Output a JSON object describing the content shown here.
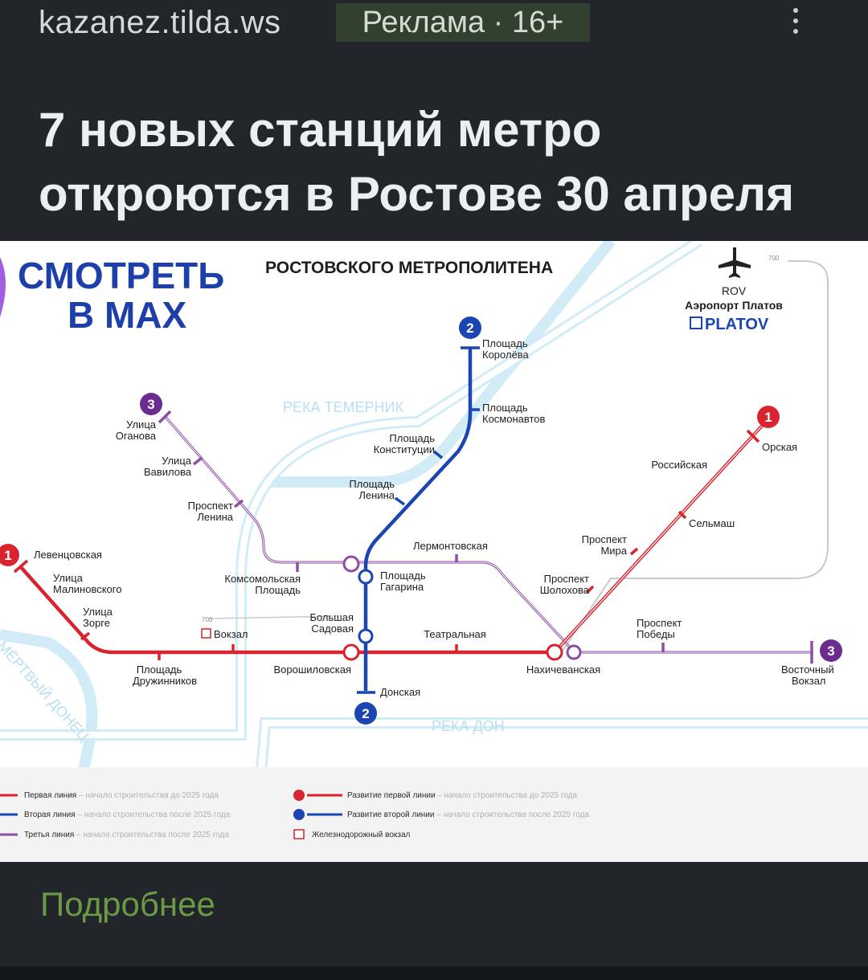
{
  "top": {
    "domain": "kazanez.tilda.ws",
    "ad_badge": "Реклама · 16+"
  },
  "headline": {
    "line1": "7 новых станций метро",
    "line2": "откроются в Ростове 30 апреля"
  },
  "map": {
    "promo_line1": "СМОТРЕТЬ",
    "promo_line2": "В MAX",
    "header": "РОСТОВСКОГО МЕТРОПОЛИТЕНА",
    "airport": {
      "code": "ROV",
      "name": "Аэропорт Платов",
      "brand": "PLATOV",
      "train_note": "700"
    },
    "rivers": {
      "temernik": "РЕКА ТЕМЕРНИК",
      "don": "РЕКА ДОН",
      "mertvy": "МЁРТВЫЙ ДОНЕЦ"
    },
    "line_numbers": {
      "l1": "1",
      "l2": "2",
      "l3": "3"
    },
    "colors": {
      "line1": "#d9232e",
      "line2": "#1b45b3",
      "line3": "#8e4ea3",
      "river": "#c9e8f6",
      "promo": "#1d3faa"
    },
    "stations": {
      "koroleva": [
        "Площадь",
        "Королёва"
      ],
      "kosmonavtov": [
        "Площадь",
        "Космонавтов"
      ],
      "konstitutsii": [
        "Площадь",
        "Конституции"
      ],
      "lenina_sq": [
        "Площадь",
        "Ленина"
      ],
      "gagarina": [
        "Площадь",
        "Гагарина"
      ],
      "donskaya": "Донская",
      "oganova": [
        "Улица",
        "Оганова"
      ],
      "vavilova": [
        "Улица",
        "Вавилова"
      ],
      "pr_lenina": [
        "Проспект",
        "Ленина"
      ],
      "komsomolskaya": [
        "Комсомольская",
        "Площадь"
      ],
      "lermontovskaya": "Лермонтовская",
      "sholokhova": [
        "Проспект",
        "Шолохова"
      ],
      "pobedy": [
        "Проспект",
        "Победы"
      ],
      "vostochny": [
        "Восточный",
        "Вокзал"
      ],
      "orskaya": "Орская",
      "rossiyskaya": "Российская",
      "selmash": "Сельмаш",
      "mira": [
        "Проспект",
        "Мира"
      ],
      "leventsovskaya": "Левенцовская",
      "malinovskogo": [
        "Улица",
        "Малиновского"
      ],
      "zorge": [
        "Улица",
        "Зорге"
      ],
      "vokzal": "Вокзал",
      "druzhinnikov": [
        "Площадь",
        "Дружинников"
      ],
      "voroshilovskaya": "Ворошиловская",
      "sadovaya": [
        "Большая",
        "Садовая"
      ],
      "teatralnaya": "Театральная",
      "nakhichevanskaya": "Нахичеванская",
      "train_note": "700"
    },
    "legend": {
      "l1": "Первая линия",
      "l1_note": "– начало строительства до 2025 года",
      "l2": "Вторая линия",
      "l2_note": "– начало строительства после 2025 года",
      "l3": "Третья линия",
      "l3_note": "– начало строительства после 2025 года",
      "dev1": "Развитие первой линии",
      "dev1_note": "– начало строительства до 2025 года",
      "dev2": "Развитие второй линии",
      "dev2_note": "– начало строительства после 2025 года",
      "rail": "Железнодорожный вокзал"
    }
  },
  "more_link": "Подробнее"
}
